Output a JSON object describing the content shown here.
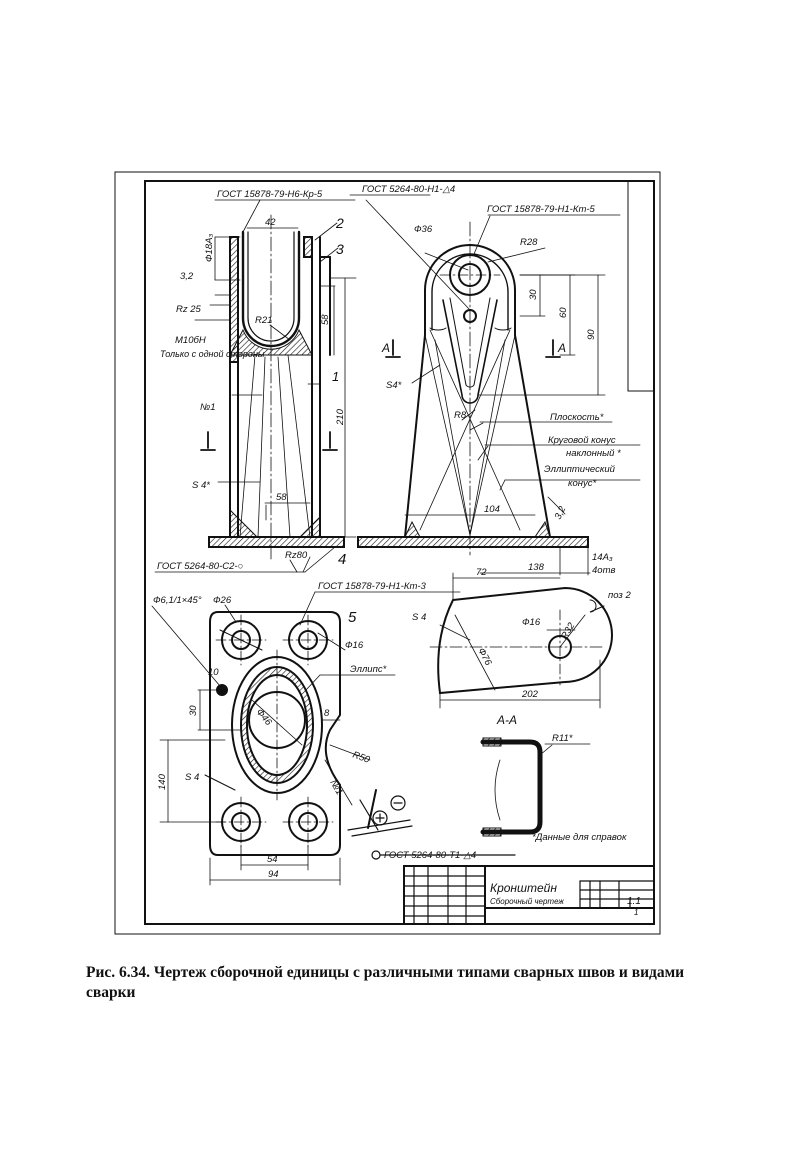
{
  "drawing": {
    "title_block": {
      "name": "Кронштейн",
      "doc_type": "Сборочный чертеж",
      "scale": "1:1",
      "sheet": "1"
    },
    "view_labels": {
      "section_a": "А",
      "section_title": "А-А",
      "detail_pos": "поз 2"
    },
    "part_numbers": [
      "1",
      "2",
      "3",
      "4",
      "5"
    ],
    "weld_standards": {
      "top_left": "ГОСТ 15878-79-Н6-Кр-5",
      "top_mid": "ГОСТ 5264-80-Н1-△4",
      "top_right": "ГОСТ 15878-79-Н1-Кт-5",
      "bottom_left": "ГОСТ 5264-80-С2-○",
      "plan": "ГОСТ 15878-79-Н1-Кт-3",
      "bottom": "ГОСТ 5264-80-Т1-△4"
    },
    "dimensions": {
      "d42": "42",
      "hole_18": "Ф18А₃",
      "r32": "3,2",
      "rz25": "Rz 25",
      "thread": "М10бН",
      "one_side": "Только с одной стороны",
      "r21": "R21",
      "d58_v": "58",
      "d210": "210",
      "weld_no": "№1",
      "s4": "S 4*",
      "s4b": "S4*",
      "d58_h": "58",
      "rz80": "Rz80",
      "d36": "Ф36",
      "r28": "R28",
      "d30": "30",
      "d60": "60",
      "d90": "90",
      "r8": "R8",
      "d104": "104",
      "d3_2": "3,2",
      "d138": "138",
      "d14a3": "14А₃",
      "holes4": "4отв",
      "d26": "Ф26",
      "chamfer": "Ф6,1/1×45°",
      "d16": "Ф16",
      "d10": "10",
      "d30_plan": "30",
      "d46": "Ф46",
      "d8": "8",
      "d140": "140",
      "s4_plan": "S 4",
      "r50": "R50",
      "d54": "54",
      "d94": "94",
      "ellipse": "Эллипс*",
      "weld_no2": "№1",
      "d72": "72",
      "s4_det": "S 4",
      "d16_det": "Ф16",
      "r32_det": "R32",
      "d76": "Ф76",
      "d202": "202",
      "r11": "R11*"
    },
    "notes": {
      "plane": "Плоскость*",
      "cone_circ_1": "Круговой конус",
      "cone_circ_2": "наклонный *",
      "cone_ell_1": "Эллиптический",
      "cone_ell_2": "конус*",
      "reference": "*Данные для справок"
    }
  },
  "caption": "Рис. 6.34. Чертеж сборочной единицы с различными типами сварных швов и видами сварки"
}
